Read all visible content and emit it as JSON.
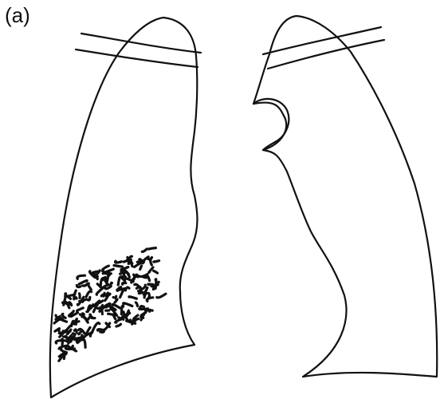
{
  "figure": {
    "panel_label": "(a)",
    "ink_color": "#111111",
    "structures": [
      "right-lung-outline",
      "left-lung-outline",
      "clavicle-lines",
      "lower-zone-opacity"
    ]
  }
}
